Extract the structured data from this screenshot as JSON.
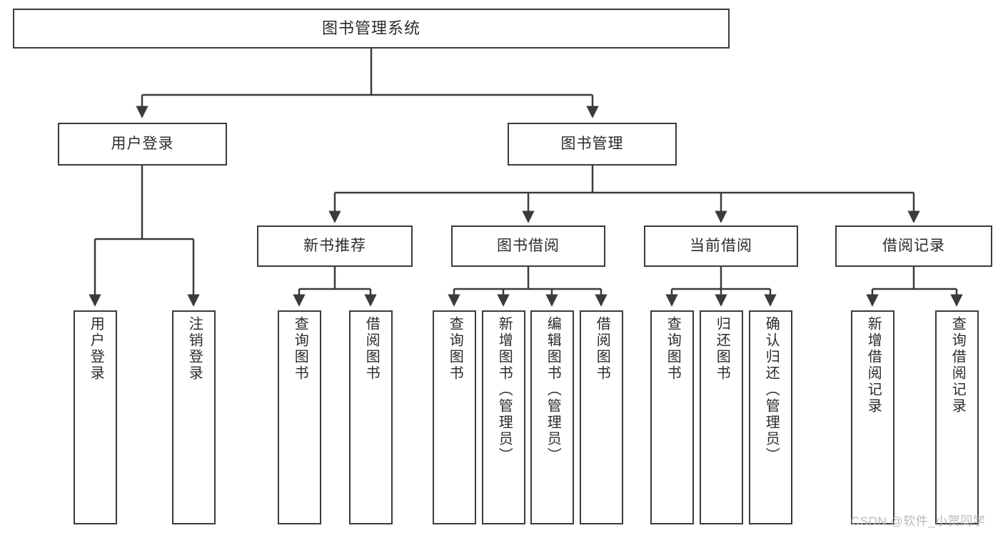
{
  "title": "图书管理系统",
  "watermark": "CSDN @软件_小贺同学",
  "colors": {
    "box_border": "#3b3b3b",
    "box_fill": "#ffffff",
    "text": "#2b2b2b",
    "edge": "#3b3b3b",
    "watermark": "#b9b9b9",
    "background": "#ffffff"
  },
  "chart_data": {
    "type": "diagram",
    "diagram_kind": "tree-hierarchy",
    "title": "图书管理系统",
    "orientation": "top-down",
    "levels": 4,
    "node_count": 20,
    "nodes": [
      {
        "id": "root",
        "label": "图书管理系统",
        "level": 0,
        "parent": null,
        "orientation": "horizontal"
      },
      {
        "id": "login",
        "label": "用户登录",
        "level": 1,
        "parent": "root",
        "orientation": "horizontal"
      },
      {
        "id": "bookmgmt",
        "label": "图书管理",
        "level": 1,
        "parent": "root",
        "orientation": "horizontal"
      },
      {
        "id": "newbook",
        "label": "新书推荐",
        "level": 2,
        "parent": "bookmgmt",
        "orientation": "horizontal"
      },
      {
        "id": "borrow",
        "label": "图书借阅",
        "level": 2,
        "parent": "bookmgmt",
        "orientation": "horizontal"
      },
      {
        "id": "current",
        "label": "当前借阅",
        "level": 2,
        "parent": "bookmgmt",
        "orientation": "horizontal"
      },
      {
        "id": "record",
        "label": "借阅记录",
        "level": 2,
        "parent": "bookmgmt",
        "orientation": "horizontal"
      },
      {
        "id": "login-1",
        "label": "用户登录",
        "level": 2,
        "parent": "login",
        "orientation": "vertical"
      },
      {
        "id": "login-2",
        "label": "注销登录",
        "level": 2,
        "parent": "login",
        "orientation": "vertical"
      },
      {
        "id": "newbook-1",
        "label": "查询图书",
        "level": 3,
        "parent": "newbook",
        "orientation": "vertical"
      },
      {
        "id": "newbook-2",
        "label": "借阅图书",
        "level": 3,
        "parent": "newbook",
        "orientation": "vertical"
      },
      {
        "id": "borrow-1",
        "label": "查询图书",
        "level": 3,
        "parent": "borrow",
        "orientation": "vertical"
      },
      {
        "id": "borrow-2",
        "label": "新增图书（管理员）",
        "level": 3,
        "parent": "borrow",
        "orientation": "vertical"
      },
      {
        "id": "borrow-3",
        "label": "编辑图书（管理员）",
        "level": 3,
        "parent": "borrow",
        "orientation": "vertical"
      },
      {
        "id": "borrow-4",
        "label": "借阅图书",
        "level": 3,
        "parent": "borrow",
        "orientation": "vertical"
      },
      {
        "id": "current-1",
        "label": "查询图书",
        "level": 3,
        "parent": "current",
        "orientation": "vertical"
      },
      {
        "id": "current-2",
        "label": "归还图书",
        "level": 3,
        "parent": "current",
        "orientation": "vertical"
      },
      {
        "id": "current-3",
        "label": "确认归还（管理员）",
        "level": 3,
        "parent": "current",
        "orientation": "vertical"
      },
      {
        "id": "record-1",
        "label": "新增借阅记录",
        "level": 3,
        "parent": "record",
        "orientation": "vertical"
      },
      {
        "id": "record-2",
        "label": "查询借阅记录",
        "level": 3,
        "parent": "record",
        "orientation": "vertical"
      }
    ],
    "edges": [
      {
        "from": "root",
        "to": "login"
      },
      {
        "from": "root",
        "to": "bookmgmt"
      },
      {
        "from": "login",
        "to": "login-1"
      },
      {
        "from": "login",
        "to": "login-2"
      },
      {
        "from": "bookmgmt",
        "to": "newbook"
      },
      {
        "from": "bookmgmt",
        "to": "borrow"
      },
      {
        "from": "bookmgmt",
        "to": "current"
      },
      {
        "from": "bookmgmt",
        "to": "record"
      },
      {
        "from": "newbook",
        "to": "newbook-1"
      },
      {
        "from": "newbook",
        "to": "newbook-2"
      },
      {
        "from": "borrow",
        "to": "borrow-1"
      },
      {
        "from": "borrow",
        "to": "borrow-2"
      },
      {
        "from": "borrow",
        "to": "borrow-3"
      },
      {
        "from": "borrow",
        "to": "borrow-4"
      },
      {
        "from": "current",
        "to": "current-1"
      },
      {
        "from": "current",
        "to": "current-2"
      },
      {
        "from": "current",
        "to": "current-3"
      },
      {
        "from": "record",
        "to": "record-1"
      },
      {
        "from": "record",
        "to": "record-2"
      }
    ]
  },
  "nodes": {
    "root": {
      "label": "图书管理系统"
    },
    "login": {
      "label": "用户登录"
    },
    "bookmgmt": {
      "label": "图书管理"
    },
    "newbook": {
      "label": "新书推荐"
    },
    "borrow": {
      "label": "图书借阅"
    },
    "current": {
      "label": "当前借阅"
    },
    "record": {
      "label": "借阅记录"
    },
    "login_1": {
      "label": "用户登录"
    },
    "login_2": {
      "label": "注销登录"
    },
    "newbook_1": {
      "label": "查询图书"
    },
    "newbook_2": {
      "label": "借阅图书"
    },
    "borrow_1": {
      "label": "查询图书"
    },
    "borrow_2": {
      "label": "新增图书（管理员）"
    },
    "borrow_3": {
      "label": "编辑图书（管理员）"
    },
    "borrow_4": {
      "label": "借阅图书"
    },
    "current_1": {
      "label": "查询图书"
    },
    "current_2": {
      "label": "归还图书"
    },
    "current_3": {
      "label": "确认归还（管理员）"
    },
    "record_1": {
      "label": "新增借阅记录"
    },
    "record_2": {
      "label": "查询借阅记录"
    }
  }
}
